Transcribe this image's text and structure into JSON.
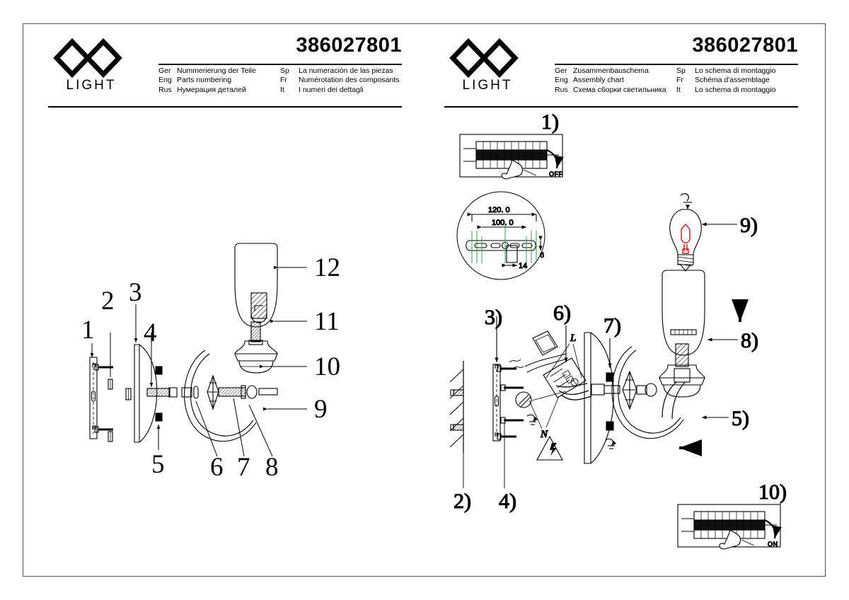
{
  "sheet": {
    "border_color": "#555555"
  },
  "panels": [
    {
      "id": "parts-numbering",
      "logo": {
        "mark": "double-diamond-logo",
        "wordmark": "LIGHT"
      },
      "code": "386027801",
      "languages": [
        {
          "code": "Ger",
          "text": "Nummerierung der Teile"
        },
        {
          "code": "Eng",
          "text": "Parts numbering"
        },
        {
          "code": "Rus",
          "text": "Нумерация деталей"
        },
        {
          "code": "Sp",
          "text": "La numeración de las piezas"
        },
        {
          "code": "Fr",
          "text": "Numérotation des composants"
        },
        {
          "code": "It",
          "text": "I numeri dei dettagli"
        }
      ],
      "callouts": [
        "1",
        "2",
        "3",
        "4",
        "5",
        "6",
        "7",
        "8",
        "9",
        "10",
        "11",
        "12"
      ]
    },
    {
      "id": "assembly-chart",
      "logo": {
        "mark": "double-diamond-logo",
        "wordmark": "LIGHT"
      },
      "code": "386027801",
      "languages": [
        {
          "code": "Ger",
          "text": "Zusammenbauschema"
        },
        {
          "code": "Eng",
          "text": "Assembly chart"
        },
        {
          "code": "Rus",
          "text": "Схема сборки светильника"
        },
        {
          "code": "Sp",
          "text": "Lo schema di montaggio"
        },
        {
          "code": "Fr",
          "text": "Schéma d'assemblage"
        },
        {
          "code": "It",
          "text": "Lo schema di montaggio"
        }
      ],
      "steps": [
        "1)",
        "2)",
        "3)",
        "4)",
        "5)",
        "6)",
        "7)",
        "8)",
        "9)",
        "10)"
      ],
      "breaker": {
        "off_label": "OFF",
        "on_label": "ON"
      },
      "wire_labels": {
        "live": "L",
        "neutral": "N"
      },
      "dimensions": {
        "overall_width": "120. 0",
        "hole_spacing": "100. 0",
        "plate_height": "6",
        "slot_width": "14",
        "line_color": "#1f9d3f"
      },
      "bulb": {
        "filament_color": "#e21b1b"
      }
    }
  ]
}
